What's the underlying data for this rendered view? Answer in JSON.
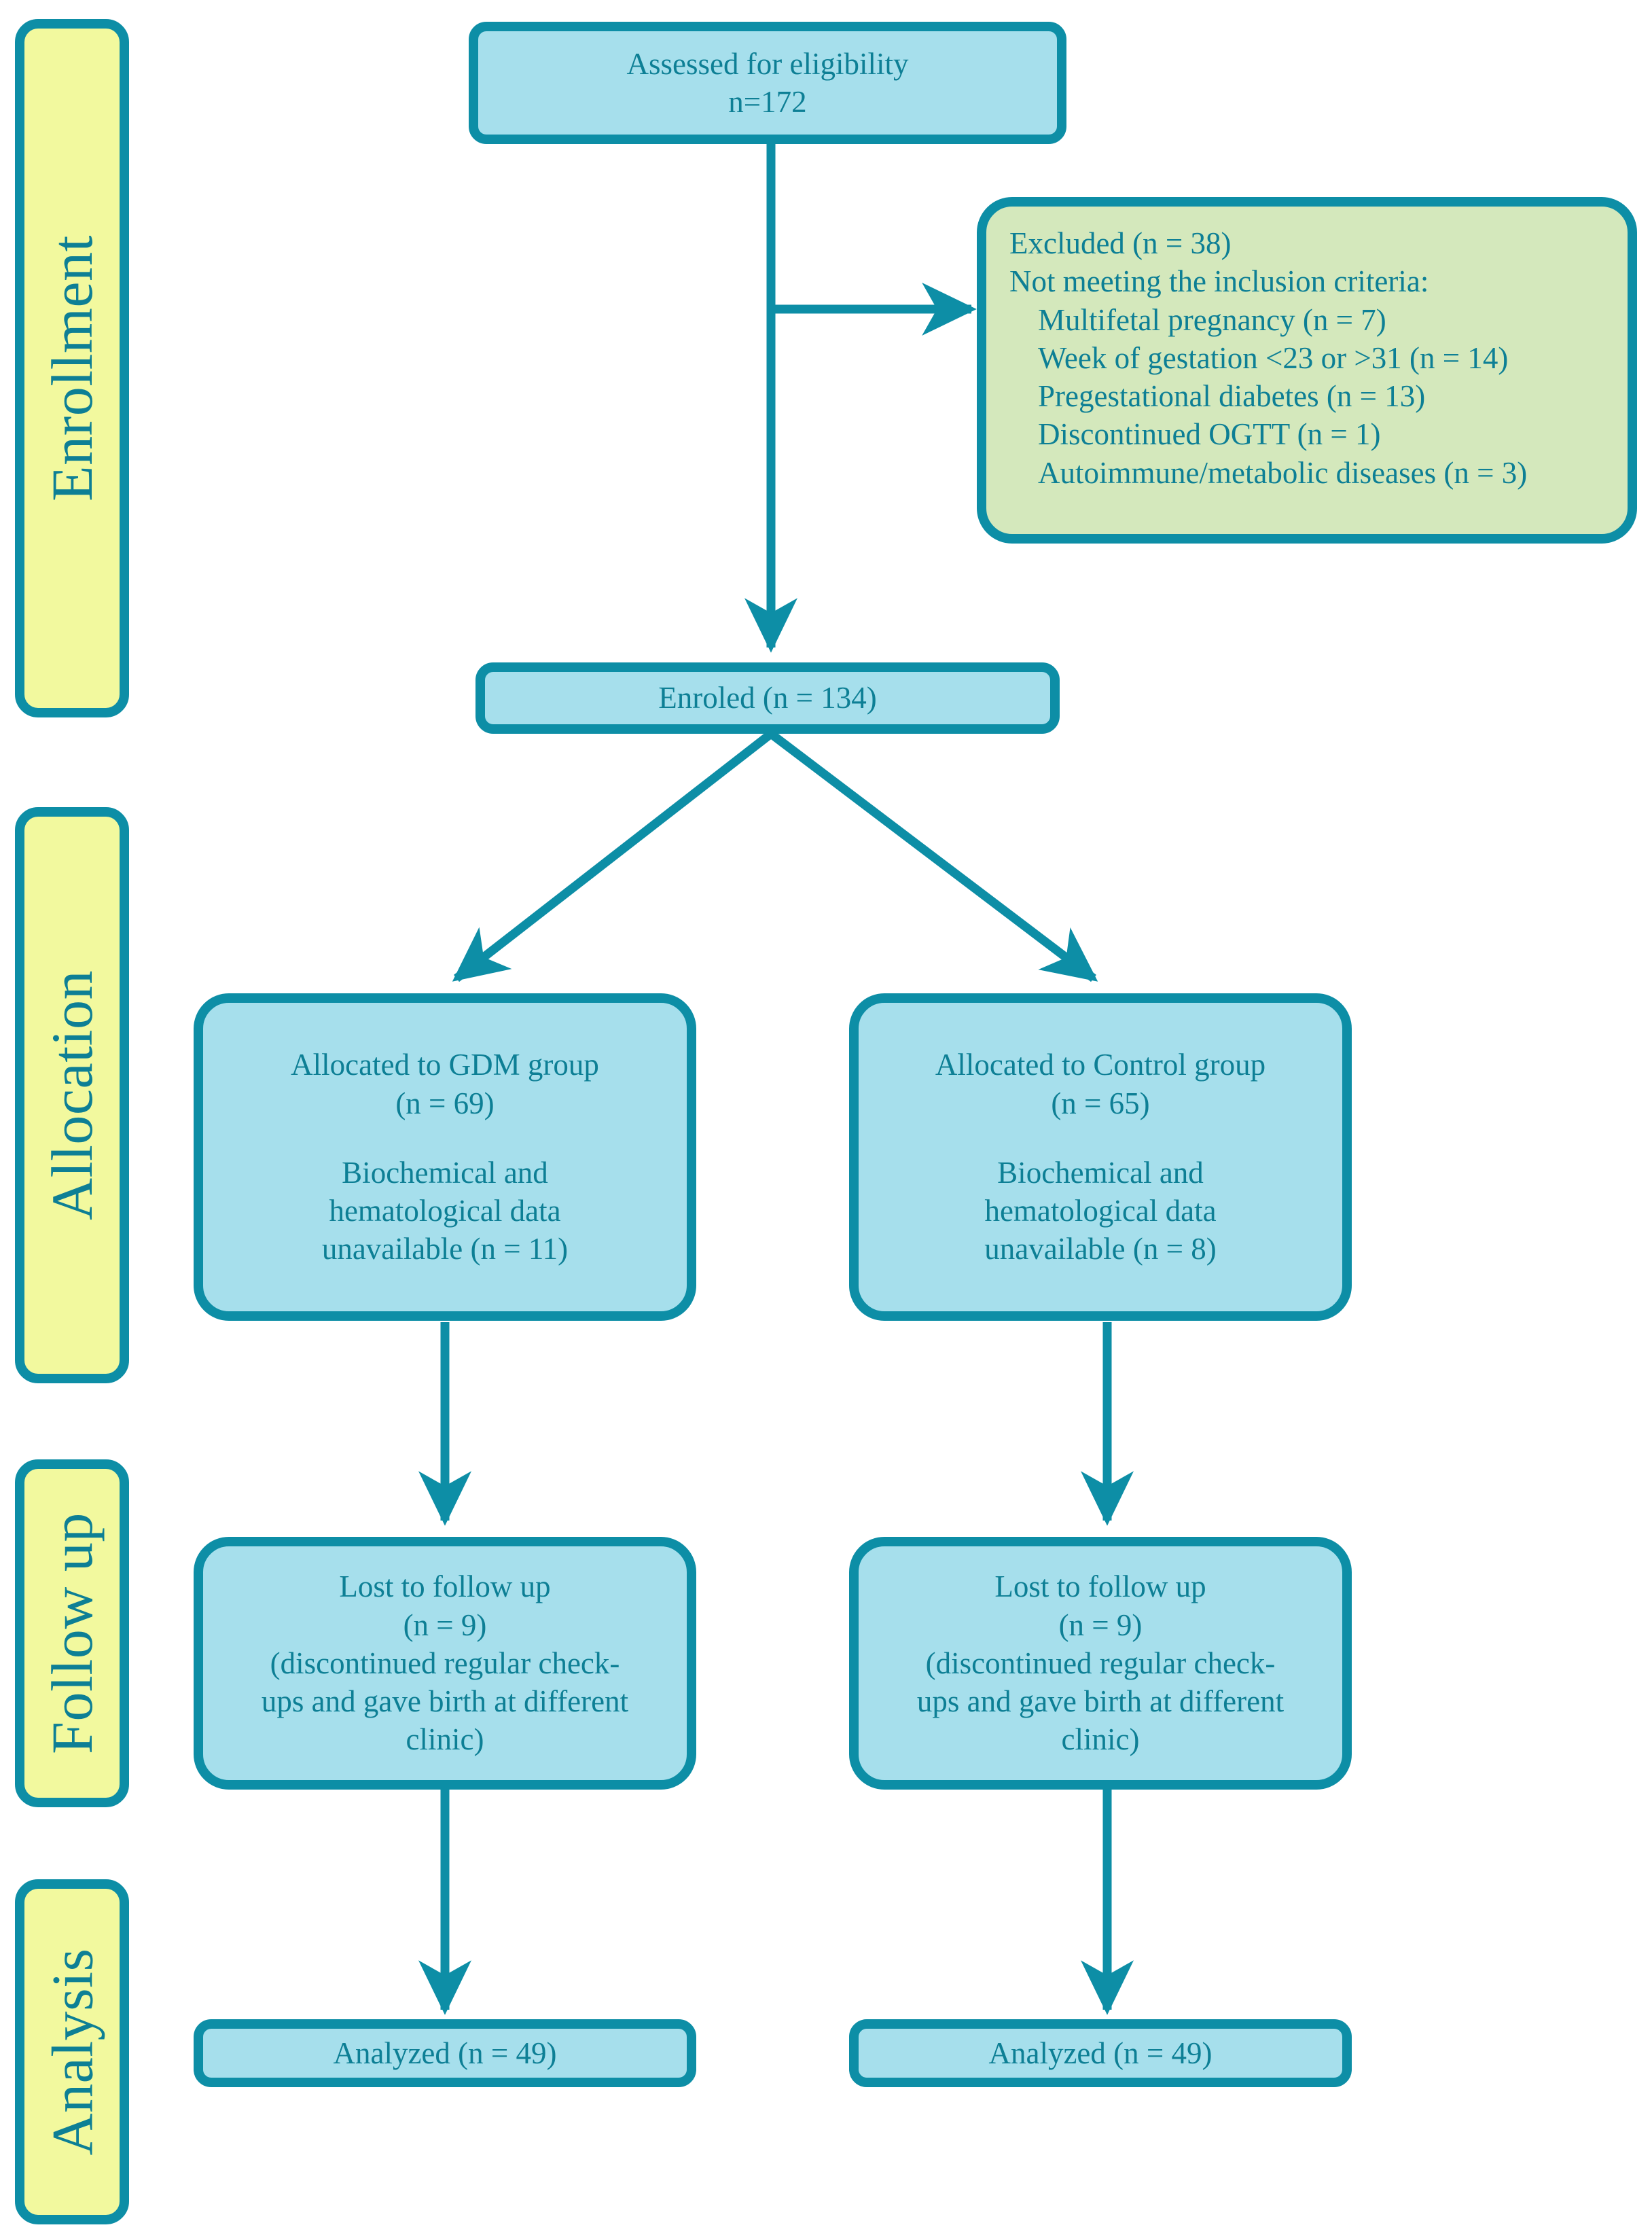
{
  "colors": {
    "stroke": "#0d8ea6",
    "text": "#0d7f95",
    "box_fill_blue": "#a6dfec",
    "box_fill_green": "#d4e8bc",
    "band_fill_yellow": "#f2f99e",
    "background": "#ffffff"
  },
  "phases": [
    {
      "label": "Enrollment"
    },
    {
      "label": "Allocation"
    },
    {
      "label": "Follow up"
    },
    {
      "label": "Analysis"
    }
  ],
  "nodes": {
    "assessed": {
      "line1": "Assessed for eligibility",
      "line2": "n=172"
    },
    "excluded": {
      "title": "Excluded (n = 38)",
      "subtitle": "Not meeting the inclusion criteria:",
      "reasons": [
        "Multifetal pregnancy (n = 7)",
        "Week of gestation <23 or >31 (n = 14)",
        "Pregestational diabetes (n = 13)",
        "Discontinued OGTT (n = 1)",
        "Autoimmune/metabolic diseases (n = 3)"
      ]
    },
    "enroled": {
      "line1": "Enroled (n = 134)"
    },
    "alloc_gdm": {
      "line1": "Allocated to GDM group",
      "line2": "(n = 69)",
      "line3": "Biochemical and",
      "line4": "hematological data",
      "line5": "unavailable (n = 11)"
    },
    "alloc_control": {
      "line1": "Allocated to Control group",
      "line2": "(n = 65)",
      "line3": "Biochemical and",
      "line4": "hematological data",
      "line5": "unavailable (n = 8)"
    },
    "lost_gdm": {
      "line1": "Lost to follow up",
      "line2": "(n = 9)",
      "line3": "(discontinued regular check-",
      "line4": "ups and gave birth at different",
      "line5": "clinic)"
    },
    "lost_control": {
      "line1": "Lost to follow up",
      "line2": "(n = 9)",
      "line3": "(discontinued regular check-",
      "line4": "ups and gave birth at different",
      "line5": "clinic)"
    },
    "analyzed_gdm": {
      "line1": "Analyzed (n = 49)"
    },
    "analyzed_control": {
      "line1": "Analyzed (n = 49)"
    }
  }
}
